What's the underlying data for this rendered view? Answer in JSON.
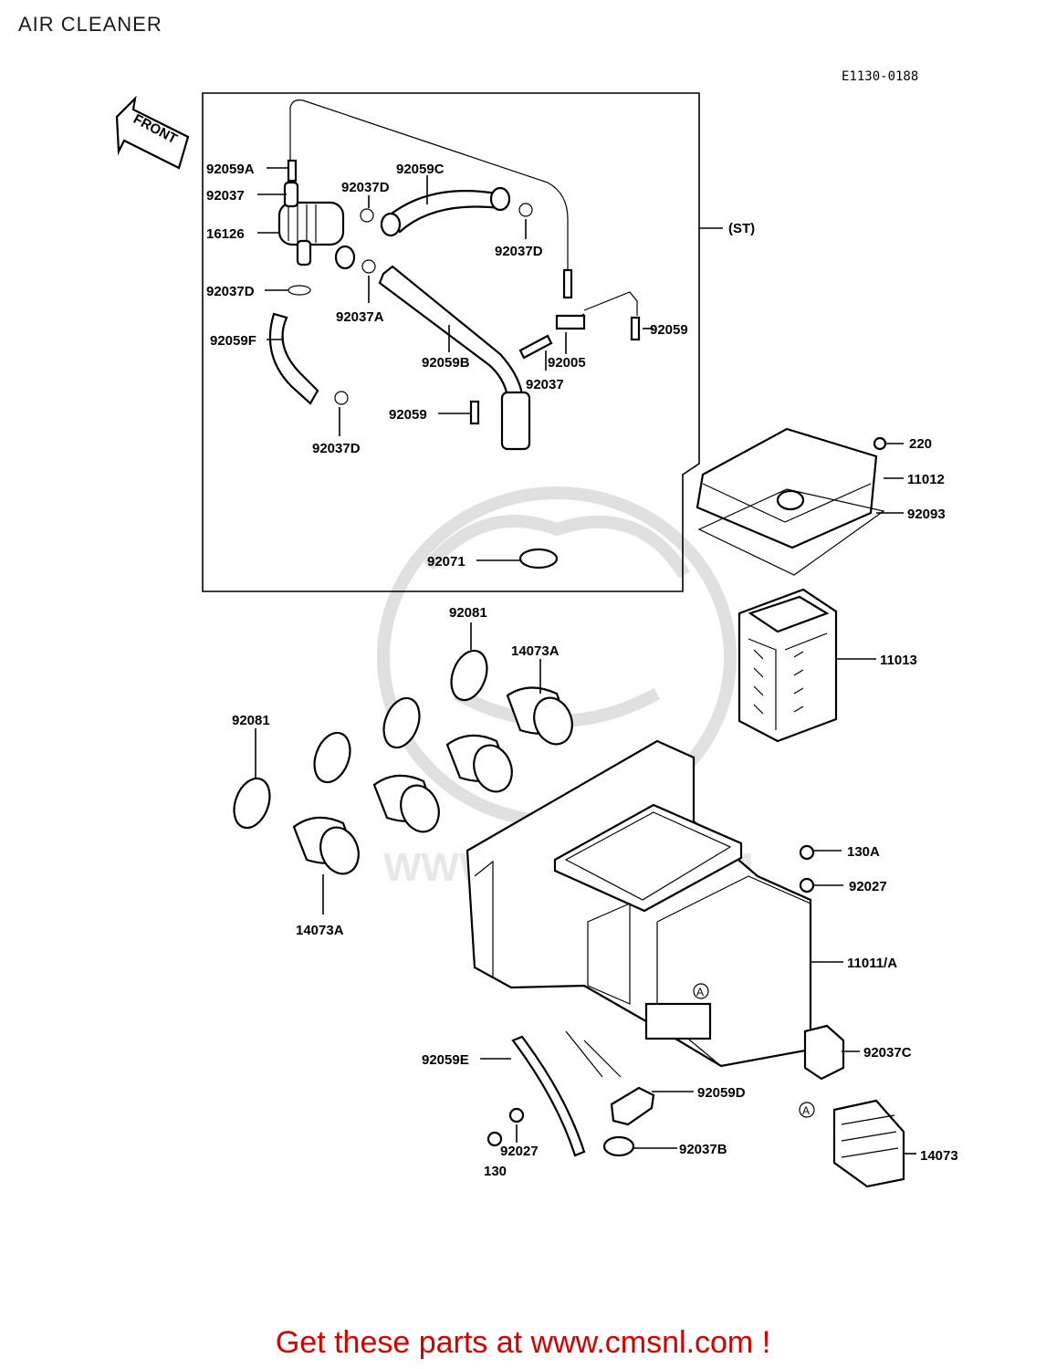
{
  "title": "AIR CLEANER",
  "diagram_code": "E1130-0188",
  "front_label": "FRONT",
  "st_label": "(ST)",
  "watermark_text": "WWW.CMSNL.COM",
  "footer": "Get these parts at www.cmsnl.com !",
  "colors": {
    "footer": "#d40000",
    "watermark": "#d9d9d9",
    "lines": "#000000"
  },
  "labels": {
    "p92059A": "92059A",
    "p92037": "92037",
    "p16126": "16126",
    "p92037D_1": "92037D",
    "p92059F": "92059F",
    "p92037D_top": "92037D",
    "p92059C": "92059C",
    "p92037D_right": "92037D",
    "p92037A": "92037A",
    "p92059B": "92059B",
    "p92005": "92005",
    "p92037_mid": "92037",
    "p92059_right": "92059",
    "p92059_mid": "92059",
    "p92037D_bottom": "92037D",
    "p220": "220",
    "p11012": "11012",
    "p92093": "92093",
    "p92071": "92071",
    "p92081_top": "92081",
    "p14073A_top": "14073A",
    "p11013": "11013",
    "p92081_left": "92081",
    "p14073A_bottom": "14073A",
    "p130A": "130A",
    "p92027_right": "92027",
    "p11011A": "11011/A",
    "p92037C": "92037C",
    "p92059E": "92059E",
    "p92059D": "92059D",
    "p92027_bottom": "92027",
    "p130": "130",
    "p92037B": "92037B",
    "p14073": "14073",
    "markerA_1": "A",
    "markerA_2": "A"
  }
}
